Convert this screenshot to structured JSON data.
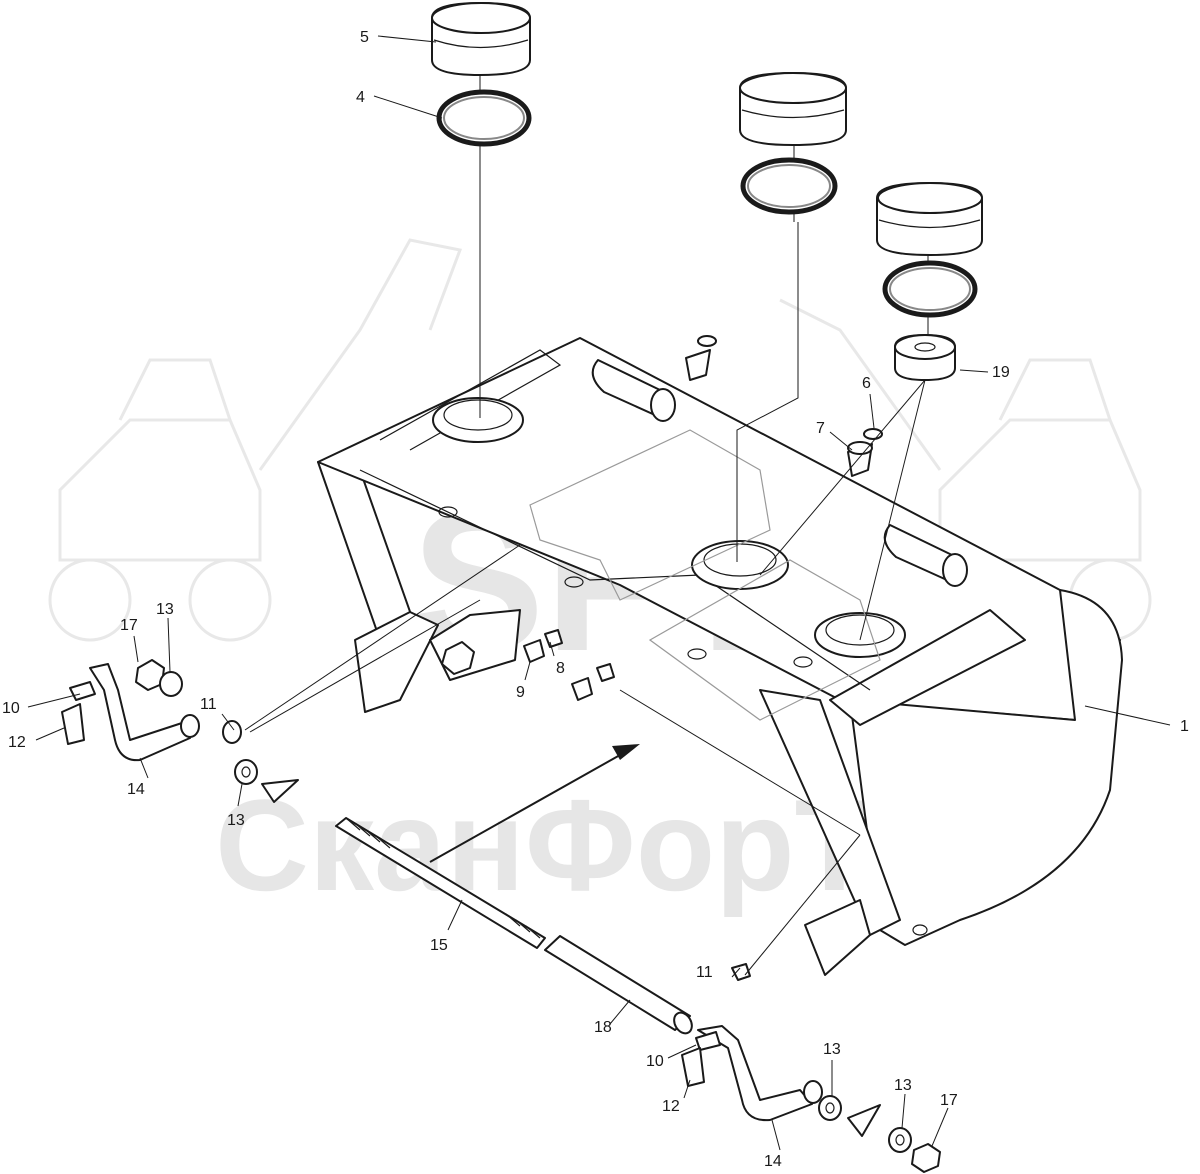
{
  "watermark": {
    "logo_text": "SFT",
    "brand_text": "СканФорТек"
  },
  "callouts": [
    {
      "id": "label-1",
      "text": "1"
    },
    {
      "id": "label-4",
      "text": "4"
    },
    {
      "id": "label-5",
      "text": "5"
    },
    {
      "id": "label-6",
      "text": "6"
    },
    {
      "id": "label-7",
      "text": "7"
    },
    {
      "id": "label-8",
      "text": "8"
    },
    {
      "id": "label-9",
      "text": "9"
    },
    {
      "id": "label-10-left",
      "text": "10"
    },
    {
      "id": "label-10-right",
      "text": "10"
    },
    {
      "id": "label-11-left",
      "text": "11"
    },
    {
      "id": "label-11-right",
      "text": "11"
    },
    {
      "id": "label-12-left",
      "text": "12"
    },
    {
      "id": "label-12-right",
      "text": "12"
    },
    {
      "id": "label-13-left-top",
      "text": "13"
    },
    {
      "id": "label-13-left-bottom",
      "text": "13"
    },
    {
      "id": "label-13-right-a",
      "text": "13"
    },
    {
      "id": "label-13-right-b",
      "text": "13"
    },
    {
      "id": "label-14-left",
      "text": "14"
    },
    {
      "id": "label-14-right",
      "text": "14"
    },
    {
      "id": "label-15",
      "text": "15"
    },
    {
      "id": "label-17-left",
      "text": "17"
    },
    {
      "id": "label-17-right",
      "text": "17"
    },
    {
      "id": "label-18",
      "text": "18"
    },
    {
      "id": "label-19",
      "text": "19"
    }
  ]
}
